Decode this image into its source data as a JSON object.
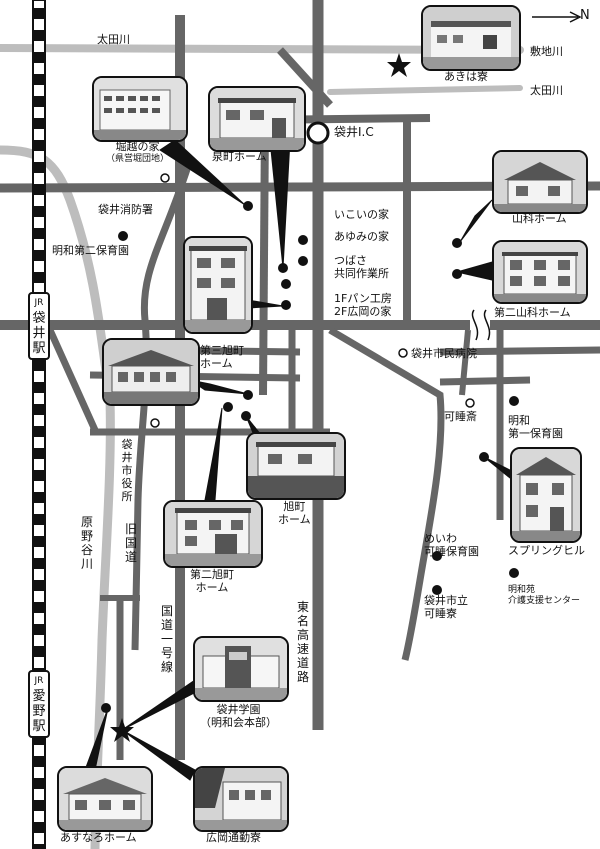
{
  "compass": {
    "north": "N"
  },
  "rivers": {
    "ota_top_left": "太田川",
    "shikiji": "敷地川",
    "ota_right": "太田川",
    "haranoya": [
      "原",
      "野",
      "谷",
      "川"
    ]
  },
  "stations": {
    "fukuroi": [
      "JR",
      "袋",
      "井",
      "駅"
    ],
    "aino": [
      "JR",
      "愛",
      "野",
      "駅"
    ]
  },
  "roads": {
    "kyu_kokudo": [
      "旧",
      "国",
      "道"
    ],
    "kokudo1": [
      "国",
      "道",
      "一",
      "号",
      "線"
    ],
    "tomei": [
      "東",
      "名",
      "高",
      "速",
      "道",
      "路"
    ]
  },
  "landmarks": {
    "ic": "袋井I.C",
    "fire_station": "袋井消防署",
    "meiwa2_nursery": "明和第二保育園",
    "city_hospital": "袋井市民病院",
    "kasuisai": "可睡斎",
    "city_office": [
      "袋",
      "井",
      "市",
      "役",
      "所"
    ],
    "meiwa1_nursery": [
      "明和",
      "第一保育園"
    ],
    "meiwa_support": [
      "明和苑",
      "介護支援センター"
    ]
  },
  "facilities": {
    "akiharyo": "あきは寮",
    "horikoshi": [
      "堀越の家",
      "（県営堀団地）"
    ],
    "izumicho": "泉町ホーム",
    "ikoi": "いこいの家",
    "ayumi": "あゆみの家",
    "tsubasa": [
      "つばさ",
      "共同作業所"
    ],
    "pan": [
      "1Fパン工房",
      "2F広岡の家"
    ],
    "yamashina": "山科ホーム",
    "yamashina2": "第二山科ホーム",
    "asahi3": [
      "第三旭町",
      "ホーム"
    ],
    "asahi": [
      "旭町",
      "ホーム"
    ],
    "asahi2": [
      "第二旭町",
      "ホーム"
    ],
    "spring": "スプリングヒル",
    "meiwa_nursery": [
      "めいわ",
      "可睡保育園"
    ],
    "kasuiryo": [
      "袋井市立",
      "可睡寮"
    ],
    "gakuen": [
      "袋井学園",
      "（明和会本部）"
    ],
    "asunaro": "あすなろホーム",
    "hirooka": "広岡通勤寮"
  }
}
